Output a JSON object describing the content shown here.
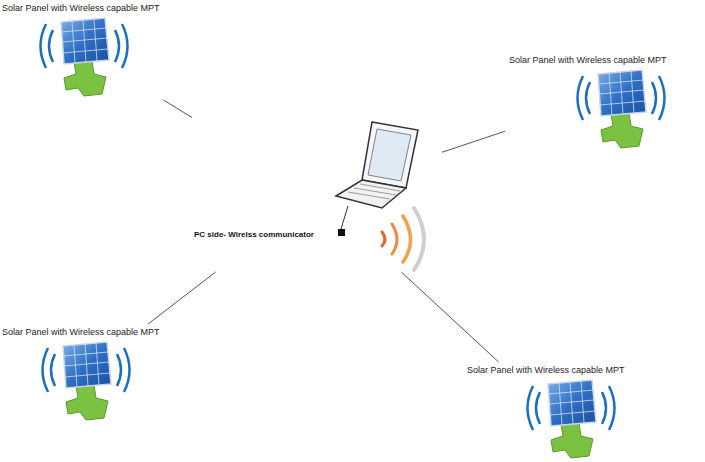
{
  "diagram": {
    "nodes": [
      {
        "text": [
          "Solar Panel with Wireless capable MPT"
        ]
      },
      {
        "text": [
          "Solar Panel with Wireless capable MPT"
        ]
      },
      {
        "text": [
          "PC side- Wirelss communicator"
        ]
      },
      {
        "text": [
          "Solar Panel with Wireless capable MPT"
        ]
      },
      {
        "text": [
          "Solar Panel with Wireless capable MPT"
        ]
      }
    ],
    "edges": [
      {
        "from": 0,
        "to": 2,
        "arrow": "none"
      },
      {
        "from": 1,
        "to": 2,
        "arrow": "none"
      },
      {
        "from": 3,
        "to": 2,
        "arrow": "none"
      },
      {
        "from": 4,
        "to": 2,
        "arrow": "none"
      }
    ]
  }
}
